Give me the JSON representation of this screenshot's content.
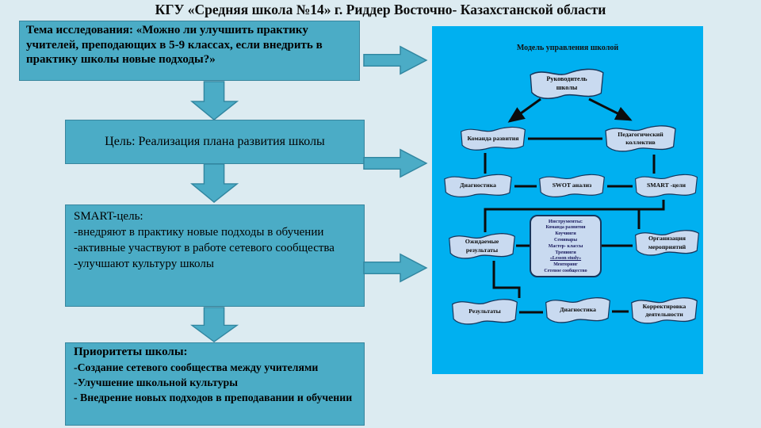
{
  "slide": {
    "title": "КГУ «Средняя школа №14» г. Риддер Восточно- Казахстанской области"
  },
  "left_column": {
    "research_topic": {
      "text": "Тема исследования:  «Можно ли улучшить практику учителей, преподающих в 5-9 классах, если внедрить в практику школы новые подходы?»"
    },
    "goal": {
      "text": "Цель: Реализация плана развития школы"
    },
    "smart_goal": {
      "lines": [
        "SMART-цель:",
        "-внедряют в практику новые подходы  в обучении",
        "-активные участвуют в работе сетевого сообщества",
        "-улучшают культуру школы"
      ]
    },
    "priorities": {
      "title": "Приоритеты школы:",
      "lines": [
        "-Создание сетевого сообщества между учителями",
        "-Улучшение школьной  культуры",
        "- Внедрение новых подходов в преподавании и обучении"
      ]
    }
  },
  "diagram": {
    "title": "Модель управления школой",
    "nodes": {
      "head": "Руководитель\nшколы",
      "dev_team": "Команда развития",
      "teaching_staff": "Педагогический\nколлектив",
      "diagnostics_top": "Диагностика",
      "swot": "SWOT анализ",
      "smart_goals": "SMART -цели",
      "expected_results": "Ожидаемые\nрезультаты",
      "event_organization": "Организация\nмероприятий",
      "results": "Результаты",
      "diagnostics_bottom": "Диагностика",
      "correction": "Корректировка\nдеятельности"
    },
    "tools": {
      "title": "Инструменты:",
      "items": [
        "Команда развития",
        "Коучинги",
        "Семинары",
        "Мастер- классы",
        "Тренинги",
        "«Lesson study»",
        "Менторинг",
        "Сетевое сообщество"
      ]
    }
  },
  "colors": {
    "left_box_fill": "#4BACC6",
    "left_box_border": "#38869E",
    "diagram_background": "#00B0F0",
    "node_fill": "#C9DAF0",
    "node_border": "#16365C",
    "slide_background": "#DCEBF1"
  }
}
